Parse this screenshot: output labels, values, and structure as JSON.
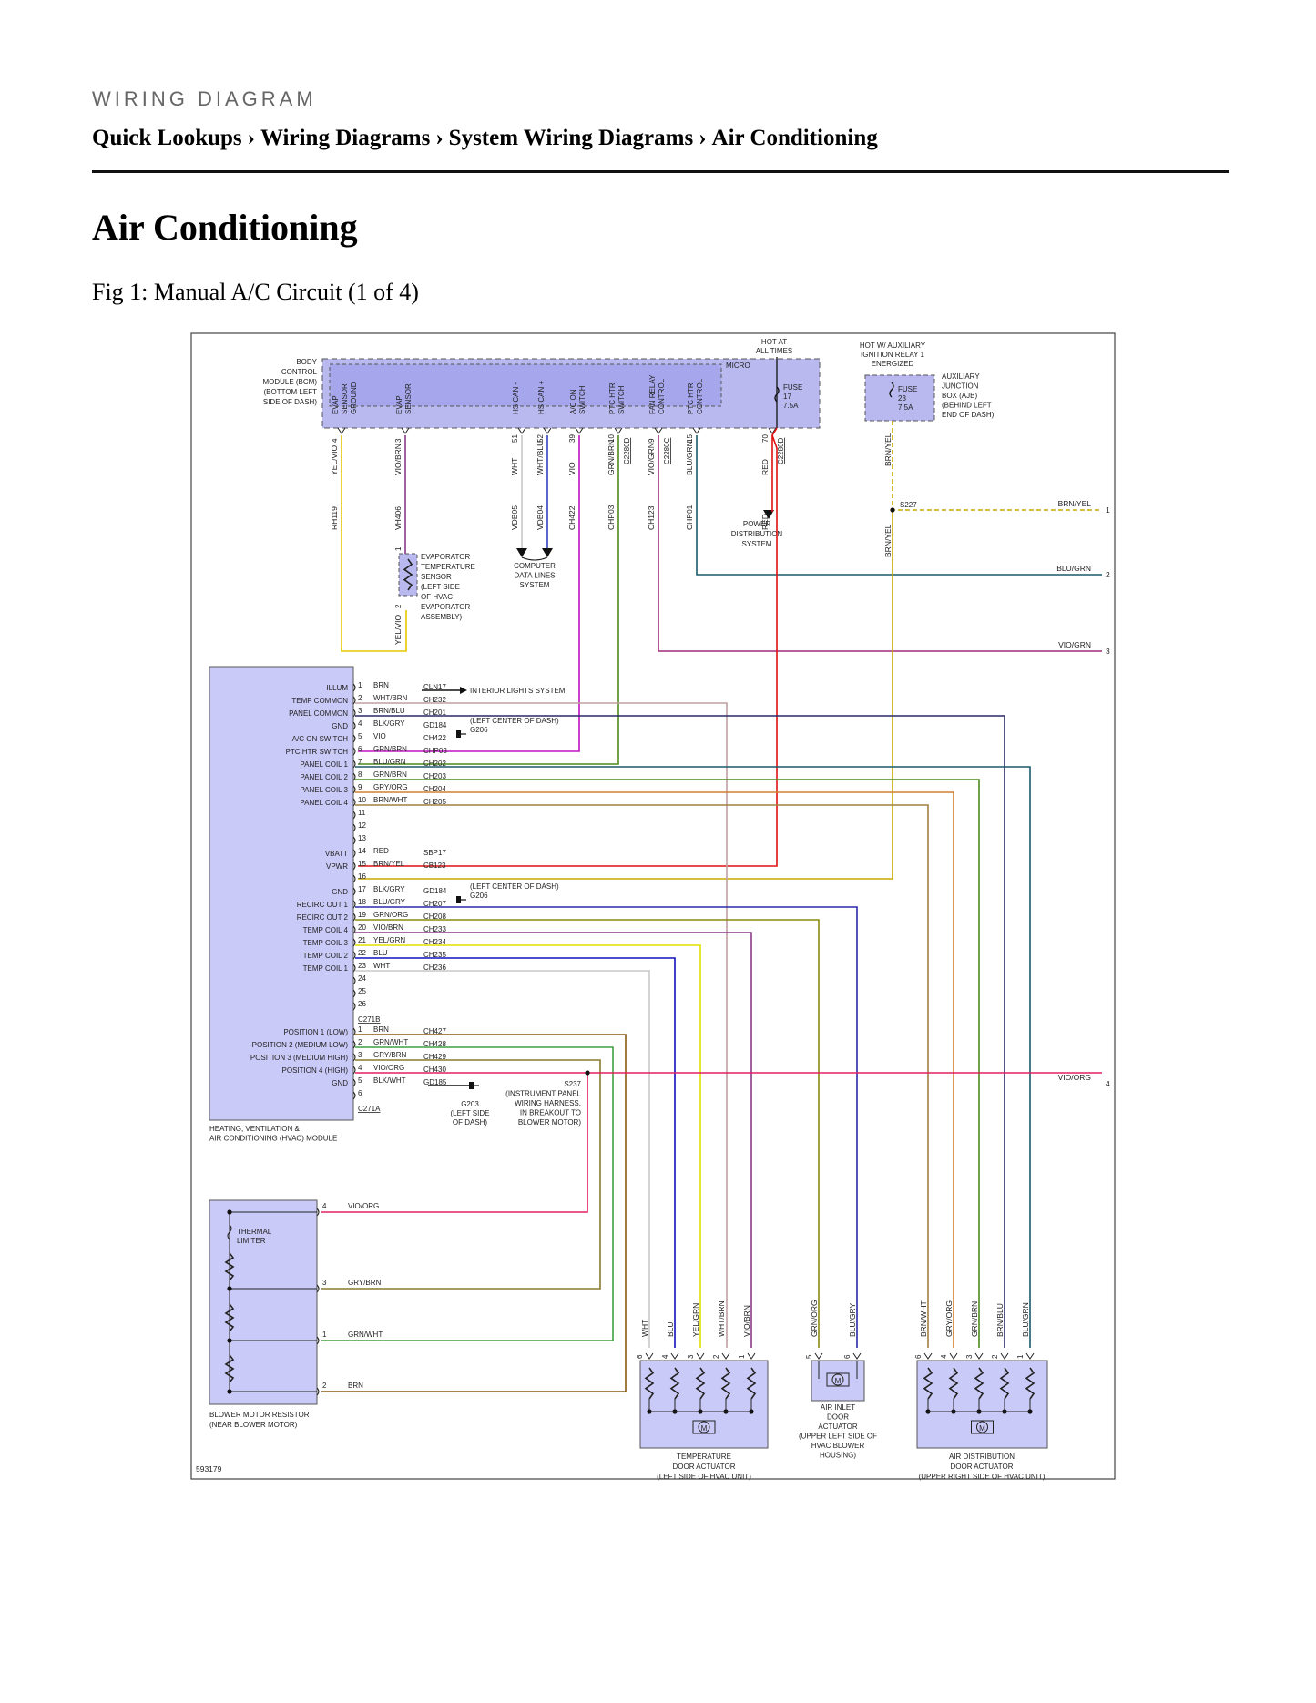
{
  "page": {
    "kicker": "WIRING DIAGRAM",
    "breadcrumb": [
      "Quick Lookups",
      "Wiring Diagrams",
      "System Wiring Diagrams",
      "Air Conditioning"
    ],
    "breadcrumb_sep": "›",
    "title": "Air Conditioning",
    "figure_caption": "Fig 1: Manual A/C Circuit (1 of 4)"
  },
  "diagram": {
    "id_number": "593179",
    "bcm": {
      "label": [
        "BODY",
        "CONTROL",
        "MODULE (BCM)",
        "(BOTTOM LEFT",
        "SIDE OF DASH)"
      ],
      "micro": "MICRO",
      "pins": [
        {
          "name": [
            "EVAP",
            "SENSOR",
            "GROUND"
          ],
          "pin": "4",
          "color": "YEL/VIO",
          "circuit": "RH119"
        },
        {
          "name": [
            "EVAP",
            "SENSOR"
          ],
          "pin": "3",
          "color": "VIO/BRN",
          "circuit": "VH406"
        },
        {
          "name": [
            "HS CAN -"
          ],
          "pin": "51",
          "color": "WHT",
          "circuit": "VDB05"
        },
        {
          "name": [
            "HS CAN +"
          ],
          "pin": "52",
          "color": "WHT/BLU",
          "circuit": "VDB04"
        },
        {
          "name": [
            "A/C ON",
            "SWITCH"
          ],
          "pin": "39",
          "color": "VIO",
          "circuit": "CH422"
        },
        {
          "name": [
            "PTC HTR",
            "SWITCH"
          ],
          "pin": "10",
          "color": "GRN/BRN",
          "circuit": "CHP03",
          "connector": "C2280D"
        },
        {
          "name": [
            "FAN RELAY",
            "CONTROL"
          ],
          "pin": "9",
          "color": "VIO/GRN",
          "circuit": "CH123",
          "connector": "C2280C"
        },
        {
          "name": [
            "PTC HTR",
            "CONTROL"
          ],
          "pin": "15",
          "color": "BLU/GRN",
          "circuit": "CHP01"
        },
        {
          "name": [],
          "pin": "70",
          "color": "RED",
          "circuit": "RED",
          "connector": "C2280D"
        }
      ],
      "hot_at_all_times": [
        "HOT AT",
        "ALL TIMES"
      ],
      "fuse17": [
        "FUSE",
        "17",
        "7.5A"
      ]
    },
    "ajb": {
      "hot_label": [
        "HOT W/ AUXILIARY",
        "IGNITION RELAY 1",
        "ENERGIZED"
      ],
      "fuse23": [
        "FUSE",
        "23",
        "7.5A"
      ],
      "label": [
        "AUXILIARY",
        "JUNCTION",
        "BOX (AJB)",
        "(BEHIND LEFT",
        "END OF DASH)"
      ],
      "wire_color": "BRN/YEL",
      "splice": "S227"
    },
    "power_distribution": [
      "POWER",
      "DISTRIBUTION",
      "SYSTEM"
    ],
    "computer_data_lines": [
      "COMPUTER",
      "DATA LINES",
      "SYSTEM"
    ],
    "evap_sensor": {
      "label": [
        "EVAPORATOR",
        "TEMPERATURE",
        "SENSOR",
        "(LEFT SIDE",
        "OF HVAC",
        "EVAPORATOR",
        "ASSEMBLY)"
      ],
      "pin1": "1",
      "pin2": "2",
      "lower_color": "YEL/VIO"
    },
    "offpage": [
      {
        "num": "1",
        "color": "BRN/YEL"
      },
      {
        "num": "2",
        "color": "BLU/GRN"
      },
      {
        "num": "3",
        "color": "VIO/GRN"
      },
      {
        "num": "4",
        "color": "VIO/ORG"
      }
    ],
    "hvac": {
      "label": [
        "HEATING, VENTILATION &",
        "AIR CONDITIONING (HVAC) MODULE"
      ],
      "connector_b": "C271B",
      "connector_a": "C271A",
      "rows_b": [
        {
          "pin": "1",
          "name": "ILLUM",
          "color": "BRN",
          "circuit": "CLN17"
        },
        {
          "pin": "2",
          "name": "TEMP COMMON",
          "color": "WHT/BRN",
          "circuit": "CH232"
        },
        {
          "pin": "3",
          "name": "PANEL COMMON",
          "color": "BRN/BLU",
          "circuit": "CH201"
        },
        {
          "pin": "4",
          "name": "GND",
          "color": "BLK/GRY",
          "circuit": "GD184"
        },
        {
          "pin": "5",
          "name": "A/C ON SWITCH",
          "color": "VIO",
          "circuit": "CH422"
        },
        {
          "pin": "6",
          "name": "PTC HTR SWITCH",
          "color": "GRN/BRN",
          "circuit": "CHP03"
        },
        {
          "pin": "7",
          "name": "PANEL COIL 1",
          "color": "BLU/GRN",
          "circuit": "CH202"
        },
        {
          "pin": "8",
          "name": "PANEL COIL 2",
          "color": "GRN/BRN",
          "circuit": "CH203"
        },
        {
          "pin": "9",
          "name": "PANEL COIL 3",
          "color": "GRY/ORG",
          "circuit": "CH204"
        },
        {
          "pin": "10",
          "name": "PANEL COIL 4",
          "color": "BRN/WHT",
          "circuit": "CH205"
        },
        {
          "pin": "11",
          "name": "",
          "color": "",
          "circuit": ""
        },
        {
          "pin": "12",
          "name": "",
          "color": "",
          "circuit": ""
        },
        {
          "pin": "13",
          "name": "",
          "color": "",
          "circuit": ""
        },
        {
          "pin": "14",
          "name": "VBATT",
          "color": "RED",
          "circuit": "SBP17"
        },
        {
          "pin": "15",
          "name": "VPWR",
          "color": "BRN/YEL",
          "circuit": "CB123"
        },
        {
          "pin": "16",
          "name": "",
          "color": "",
          "circuit": ""
        },
        {
          "pin": "17",
          "name": "GND",
          "color": "BLK/GRY",
          "circuit": "GD184"
        },
        {
          "pin": "18",
          "name": "RECIRC OUT 1",
          "color": "BLU/GRY",
          "circuit": "CH207"
        },
        {
          "pin": "19",
          "name": "RECIRC OUT 2",
          "color": "GRN/ORG",
          "circuit": "CH208"
        },
        {
          "pin": "20",
          "name": "TEMP COIL 4",
          "color": "VIO/BRN",
          "circuit": "CH233"
        },
        {
          "pin": "21",
          "name": "TEMP COIL 3",
          "color": "YEL/GRN",
          "circuit": "CH234"
        },
        {
          "pin": "22",
          "name": "TEMP COIL 2",
          "color": "BLU",
          "circuit": "CH235"
        },
        {
          "pin": "23",
          "name": "TEMP COIL 1",
          "color": "WHT",
          "circuit": "CH236"
        },
        {
          "pin": "24",
          "name": "",
          "color": "",
          "circuit": ""
        },
        {
          "pin": "25",
          "name": "",
          "color": "",
          "circuit": ""
        },
        {
          "pin": "26",
          "name": "",
          "color": "",
          "circuit": ""
        }
      ],
      "rows_a": [
        {
          "pin": "1",
          "name": "POSITION 1 (LOW)",
          "color": "BRN",
          "circuit": "CH427"
        },
        {
          "pin": "2",
          "name": "POSITION 2 (MEDIUM LOW)",
          "color": "GRN/WHT",
          "circuit": "CH428"
        },
        {
          "pin": "3",
          "name": "POSITION 3 (MEDIUM HIGH)",
          "color": "GRY/BRN",
          "circuit": "CH429"
        },
        {
          "pin": "4",
          "name": "POSITION 4 (HIGH)",
          "color": "VIO/ORG",
          "circuit": "CH430"
        },
        {
          "pin": "5",
          "name": "GND",
          "color": "BLK/WHT",
          "circuit": "GD185"
        },
        {
          "pin": "6",
          "name": "",
          "color": "",
          "circuit": ""
        }
      ],
      "interior_lights": "INTERIOR LIGHTS SYSTEM",
      "g206_note": [
        "(LEFT CENTER OF DASH)",
        "G206"
      ],
      "g203": [
        "G203",
        "(LEFT SIDE",
        "OF DASH)"
      ],
      "s237": [
        "S237",
        "(INSTRUMENT PANEL",
        "WIRING HARNESS,",
        "IN BREAKOUT TO",
        "BLOWER MOTOR)"
      ]
    },
    "blower_resistor": {
      "label": [
        "BLOWER MOTOR RESISTOR",
        "(NEAR BLOWER MOTOR)"
      ],
      "thermal": [
        "THERMAL",
        "LIMITER"
      ],
      "pins": [
        {
          "pin": "4",
          "color": "VIO/ORG"
        },
        {
          "pin": "3",
          "color": "GRY/BRN"
        },
        {
          "pin": "1",
          "color": "GRN/WHT"
        },
        {
          "pin": "2",
          "color": "BRN"
        }
      ]
    },
    "temp_actuator": {
      "label": [
        "TEMPERATURE",
        "DOOR ACTUATOR",
        "(LEFT SIDE OF HVAC UNIT)"
      ],
      "pins": [
        {
          "pin": "6",
          "color": "WHT"
        },
        {
          "pin": "4",
          "color": "BLU"
        },
        {
          "pin": "3",
          "color": "YEL/GRN"
        },
        {
          "pin": "2",
          "color": "WHT/BRN"
        },
        {
          "pin": "1",
          "color": "VIO/BRN"
        }
      ]
    },
    "air_inlet": {
      "label": [
        "AIR INLET",
        "DOOR",
        "ACTUATOR",
        "(UPPER LEFT SIDE OF",
        "HVAC BLOWER",
        "HOUSING)"
      ],
      "pins": [
        {
          "pin": "5",
          "color": "GRN/ORG"
        },
        {
          "pin": "6",
          "color": "BLU/GRY"
        }
      ]
    },
    "air_dist": {
      "label": [
        "AIR DISTRIBUTION",
        "DOOR ACTUATOR",
        "(UPPER RIGHT SIDE OF HVAC UNIT)"
      ],
      "pins": [
        {
          "pin": "6",
          "color": "BRN/WHT"
        },
        {
          "pin": "4",
          "color": "GRY/ORG"
        },
        {
          "pin": "3",
          "color": "GRN/BRN"
        },
        {
          "pin": "2",
          "color": "BRN/BLU"
        },
        {
          "pin": "1",
          "color": "BLU/GRN"
        }
      ]
    },
    "motor_symbol": "M",
    "wire_colors": {
      "YEL/VIO": "#e6c700",
      "VIO/BRN": "#8a3a8a",
      "WHT": "#c8c8c8",
      "WHT/BLU": "#3040c0",
      "VIO": "#c010c0",
      "GRN/BRN": "#4a8a1a",
      "VIO/GRN": "#a02a7a",
      "BLU/GRN": "#1a5a6a",
      "RED": "#e01010",
      "BRN/YEL": "#c8a800",
      "BRN/BLU": "#2a2a6a",
      "BLU/GRY": "#2a2aaa",
      "GRN/ORG": "#8a8a10",
      "YEL/GRN": "#e0e000",
      "BLU": "#1010c0",
      "VIO/ORG": "#e02060",
      "GRY/BRN": "#8a7a30",
      "GRN/WHT": "#40a040",
      "BRN": "#8a5a10",
      "GRY/ORG": "#d08030",
      "BRN/WHT": "#a08040",
      "WHT/BRN": "#c0a0a0",
      "BLK": "#000000"
    }
  }
}
